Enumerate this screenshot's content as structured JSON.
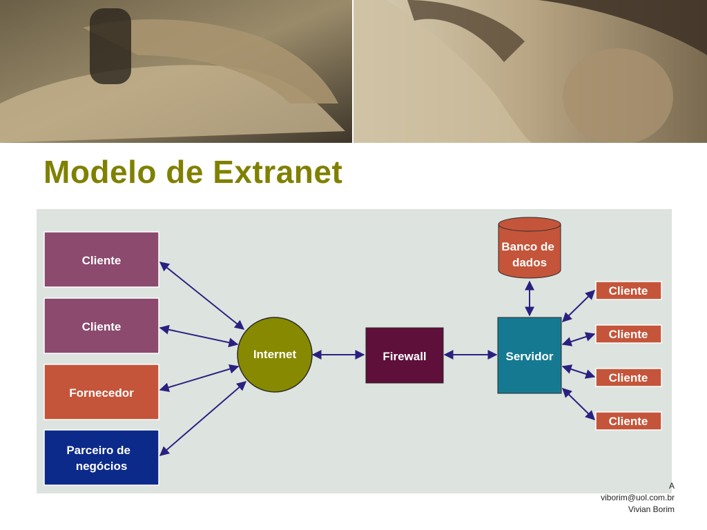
{
  "slide": {
    "title": "Modelo de Extranet"
  },
  "diagram": {
    "left_nodes": [
      {
        "label": "Cliente",
        "color": "#8b4a6e"
      },
      {
        "label": "Cliente",
        "color": "#8b4a6e"
      },
      {
        "label": "Fornecedor",
        "color": "#c4553a"
      },
      {
        "label": "Parceiro de negócios",
        "color": "#0c2a8a"
      }
    ],
    "hub": {
      "label": "Internet",
      "color": "#878a00"
    },
    "firewall": {
      "label": "Firewall",
      "color": "#5e0f3a"
    },
    "server": {
      "label": "Servidor",
      "color": "#157a91"
    },
    "database": {
      "label": "Banco de dados",
      "color": "#c4553a"
    },
    "right_nodes": [
      {
        "label": "Cliente",
        "color": "#c4553a"
      },
      {
        "label": "Cliente",
        "color": "#c4553a"
      },
      {
        "label": "Cliente",
        "color": "#c4553a"
      },
      {
        "label": "Cliente",
        "color": "#c4553a"
      }
    ],
    "arrow_color": "#2a2080"
  },
  "footer": {
    "line0": "A",
    "email": "viborim@uol.com.br",
    "author": "Vivian Borim"
  }
}
